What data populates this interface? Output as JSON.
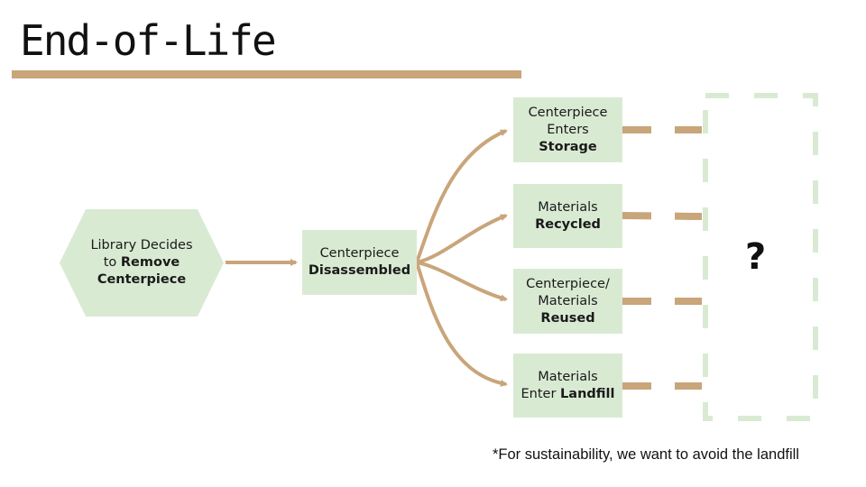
{
  "title": "End-of-Life",
  "start_node": {
    "line1": "Library Decides",
    "line2_prefix": "to ",
    "line2_bold": "Remove",
    "line3_bold": "Centerpiece"
  },
  "middle_node": {
    "line1": "Centerpiece",
    "line2_bold": "Disassembled"
  },
  "outcomes": [
    {
      "line1": "Centerpiece",
      "line2": "Enters",
      "bold": "Storage"
    },
    {
      "line1": "Materials",
      "bold": "Recycled"
    },
    {
      "line1": "Centerpiece/",
      "line2": "Materials",
      "bold": "Reused"
    },
    {
      "line1": "Materials",
      "line2_prefix": "Enter ",
      "bold": "Landfill"
    }
  ],
  "unknown_marker": "?",
  "footnote": "*For sustainability, we want to avoid the landfill",
  "colors": {
    "node_fill": "#d9ead3",
    "arrow": "#c9a57a",
    "dashed_box": "#d9ead3"
  }
}
